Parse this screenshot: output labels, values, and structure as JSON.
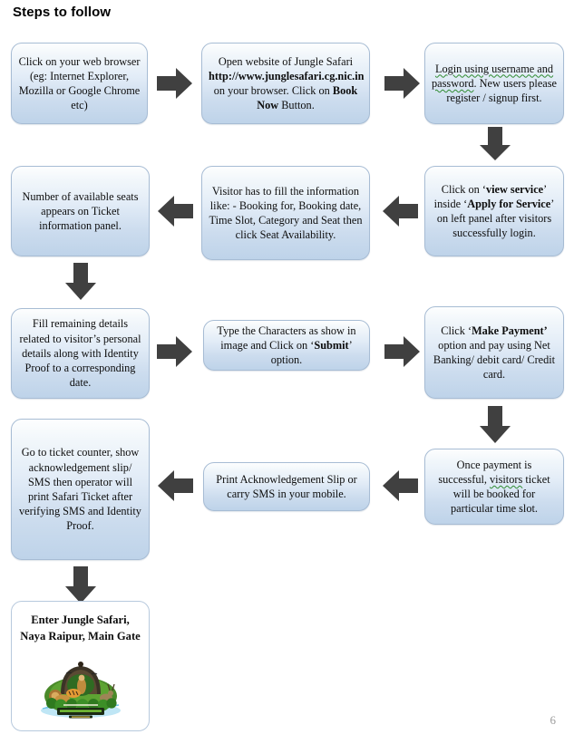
{
  "page": {
    "title": "Steps to follow",
    "page_number": "6",
    "accent_box_border": "#a7bcd4",
    "accent_box_fill_top": "#fdfefe",
    "accent_box_fill_bottom": "#bed3e9",
    "arrow_color": "#404040",
    "page_number_color": "#9b9b9b"
  },
  "flow": {
    "boxes": [
      {
        "id": "step-1-open-browser",
        "text": "Click on your web browser (eg: Internet Explorer, Mozilla or Google Chrome etc)",
        "style": "gradient"
      },
      {
        "id": "step-2-open-website",
        "text_parts": [
          {
            "t": "Open website of Jungle Safari ",
            "bold": false
          },
          {
            "t": "http://www.junglesafari.cg.nic.in",
            "bold": true
          },
          {
            "t": " on your browser. Click on ",
            "bold": false
          },
          {
            "t": "Book Now",
            "bold": true
          },
          {
            "t": " Button.",
            "bold": false
          }
        ],
        "style": "gradient"
      },
      {
        "id": "step-3-login",
        "text_parts": [
          {
            "t": "Login using username and password",
            "bold": false,
            "squiggle": true
          },
          {
            "t": ". New users please register / signup first.",
            "bold": false
          }
        ],
        "style": "gradient"
      },
      {
        "id": "step-4-view-service",
        "text_parts": [
          {
            "t": "Click on ‘",
            "bold": false
          },
          {
            "t": "view service",
            "bold": true
          },
          {
            "t": "’ inside ‘",
            "bold": false
          },
          {
            "t": "Apply for Service",
            "bold": true
          },
          {
            "t": "’ on left panel after visitors successfully login.",
            "bold": false
          }
        ],
        "style": "gradient"
      },
      {
        "id": "step-5-fill-information",
        "text": "Visitor has to fill the information like: - Booking for, Booking date, Time Slot, Category and Seat then click Seat Availability.",
        "style": "gradient"
      },
      {
        "id": "step-6-seats-available",
        "text": "Number of available seats appears on Ticket information panel.",
        "style": "gradient"
      },
      {
        "id": "step-7-fill-remaining-details",
        "text": "Fill remaining details related to visitor’s personal details along with Identity Proof to a corresponding date.",
        "style": "gradient"
      },
      {
        "id": "step-8-type-characters",
        "text_parts": [
          {
            "t": "Type the Characters as show in image and Click on ‘",
            "bold": false
          },
          {
            "t": "Submit",
            "bold": true
          },
          {
            "t": "’ option.",
            "bold": false
          }
        ],
        "style": "gradient"
      },
      {
        "id": "step-9-make-payment",
        "text_parts": [
          {
            "t": "Click ‘",
            "bold": false
          },
          {
            "t": "Make Payment’",
            "bold": true
          },
          {
            "t": " option and pay using Net Banking/ debit card/ Credit card.",
            "bold": false
          }
        ],
        "style": "gradient"
      },
      {
        "id": "step-10-payment-successful",
        "text_parts": [
          {
            "t": "Once payment is successful, ",
            "bold": false
          },
          {
            "t": "visitors",
            "bold": false,
            "squiggle": true
          },
          {
            "t": " ticket will be booked for particular time slot.",
            "bold": false
          }
        ],
        "style": "gradient"
      },
      {
        "id": "step-11-print-slip",
        "text": "Print Acknowledgement Slip or carry SMS in your mobile.",
        "style": "gradient"
      },
      {
        "id": "step-12-ticket-counter",
        "text": "Go to ticket counter, show acknowledgement slip/ SMS then operator will print Safari Ticket after verifying SMS and Identity Proof.",
        "style": "gradient"
      },
      {
        "id": "step-13-enter-jungle-safari",
        "text": "Enter Jungle Safari, Naya Raipur, Main Gate",
        "style": "plain",
        "logo_caption": "Jungle Safari Naya Raipur logo"
      }
    ],
    "arrows": [
      {
        "id": "arrow-1",
        "direction": "right"
      },
      {
        "id": "arrow-2",
        "direction": "right"
      },
      {
        "id": "arrow-3",
        "direction": "down"
      },
      {
        "id": "arrow-4",
        "direction": "left"
      },
      {
        "id": "arrow-5",
        "direction": "left"
      },
      {
        "id": "arrow-6",
        "direction": "down"
      },
      {
        "id": "arrow-7",
        "direction": "right"
      },
      {
        "id": "arrow-8",
        "direction": "right"
      },
      {
        "id": "arrow-9",
        "direction": "down"
      },
      {
        "id": "arrow-10",
        "direction": "left"
      },
      {
        "id": "arrow-11",
        "direction": "left"
      },
      {
        "id": "arrow-12",
        "direction": "down"
      }
    ]
  }
}
